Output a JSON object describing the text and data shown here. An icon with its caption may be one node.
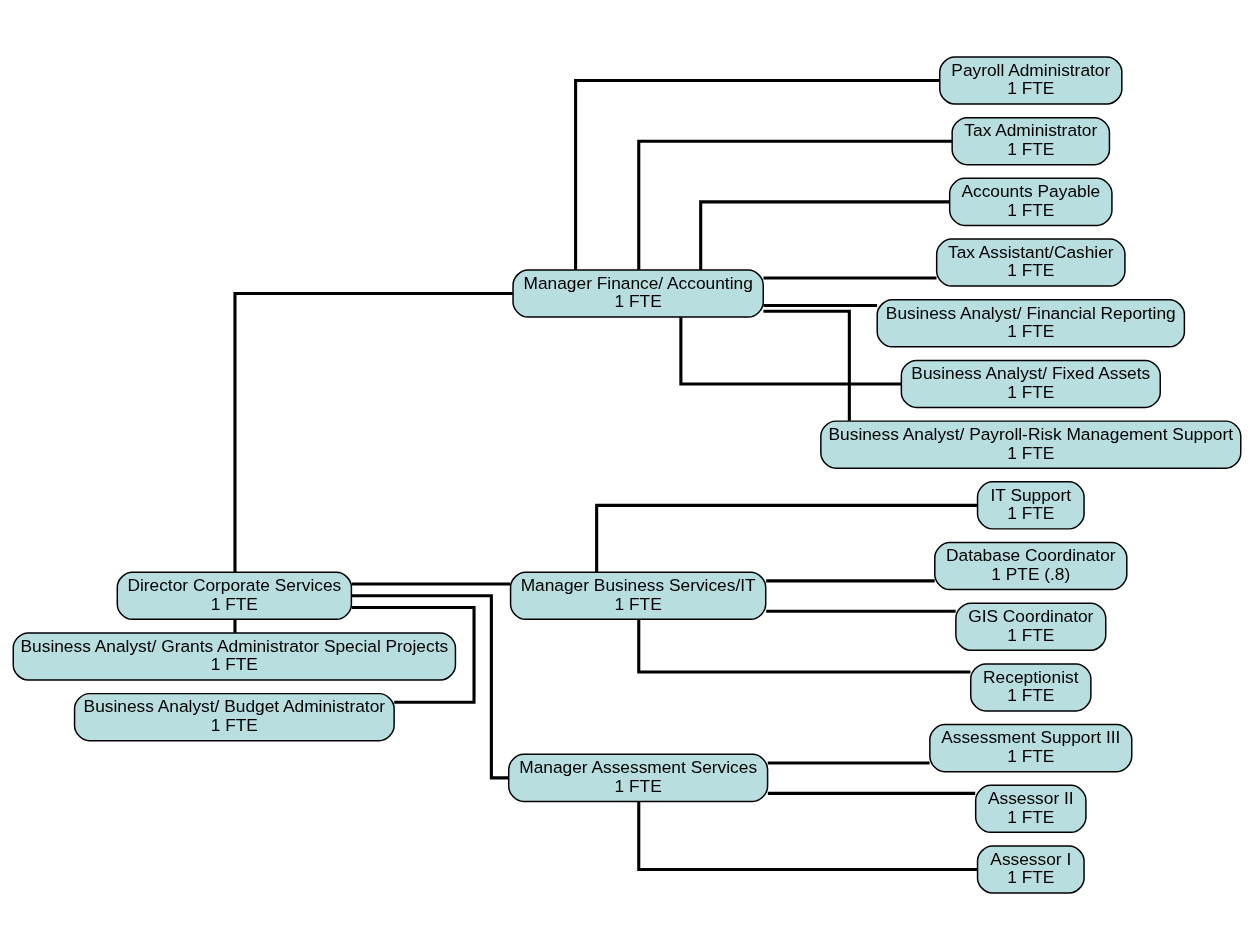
{
  "diagram": {
    "nodes": [
      {
        "text": [
          "Director Corporate Services",
          "1 FTE"
        ]
      },
      {
        "text": [
          "Business Analyst/ Budget Administrator",
          "1 FTE"
        ]
      },
      {
        "text": [
          "Business Analyst/ Grants Administrator Special Projects",
          "1 FTE"
        ]
      },
      {
        "text": [
          "Manager Finance/ Accounting",
          "1 FTE"
        ]
      },
      {
        "text": [
          "Manager Business Services/IT",
          "1 FTE"
        ]
      },
      {
        "text": [
          "Manager Assessment Services",
          "1 FTE"
        ]
      },
      {
        "text": [
          "Payroll Administrator",
          "1 FTE"
        ]
      },
      {
        "text": [
          "Tax Administrator",
          "1 FTE"
        ]
      },
      {
        "text": [
          "Accounts Payable",
          "1 FTE"
        ]
      },
      {
        "text": [
          "Tax Assistant/Cashier",
          "1 FTE"
        ]
      },
      {
        "text": [
          "Business Analyst/ Financial Reporting",
          "1 FTE"
        ]
      },
      {
        "text": [
          "Business Analyst/ Fixed Assets",
          "1 FTE"
        ]
      },
      {
        "text": [
          "Business Analyst/ Payroll-Risk Management Support",
          "1 FTE"
        ]
      },
      {
        "text": [
          "IT Support",
          "1 FTE"
        ]
      },
      {
        "text": [
          "Database Coordinator",
          "1 PTE (.8)"
        ]
      },
      {
        "text": [
          "GIS Coordinator",
          "1 FTE"
        ]
      },
      {
        "text": [
          "Receptionist",
          "1 FTE"
        ]
      },
      {
        "text": [
          "Assessment Support III",
          "1 FTE"
        ]
      },
      {
        "text": [
          "Assessor II",
          "1 FTE"
        ]
      },
      {
        "text": [
          "Assessor I",
          "1 FTE"
        ]
      }
    ],
    "edges": [
      {
        "from": 0,
        "to": 1,
        "arrow": "none"
      },
      {
        "from": 0,
        "to": 2,
        "arrow": "none"
      },
      {
        "from": 0,
        "to": 3,
        "arrow": "none"
      },
      {
        "from": 0,
        "to": 4,
        "arrow": "none"
      },
      {
        "from": 0,
        "to": 5,
        "arrow": "none"
      },
      {
        "from": 3,
        "to": 6,
        "arrow": "none"
      },
      {
        "from": 3,
        "to": 7,
        "arrow": "none"
      },
      {
        "from": 3,
        "to": 8,
        "arrow": "none"
      },
      {
        "from": 3,
        "to": 9,
        "arrow": "none"
      },
      {
        "from": 3,
        "to": 10,
        "arrow": "none"
      },
      {
        "from": 3,
        "to": 11,
        "arrow": "none"
      },
      {
        "from": 3,
        "to": 12,
        "arrow": "none"
      },
      {
        "from": 4,
        "to": 13,
        "arrow": "none"
      },
      {
        "from": 4,
        "to": 14,
        "arrow": "none"
      },
      {
        "from": 4,
        "to": 15,
        "arrow": "none"
      },
      {
        "from": 4,
        "to": 16,
        "arrow": "none"
      },
      {
        "from": 5,
        "to": 17,
        "arrow": "none"
      },
      {
        "from": 5,
        "to": 18,
        "arrow": "none"
      },
      {
        "from": 5,
        "to": 19,
        "arrow": "none"
      }
    ]
  }
}
